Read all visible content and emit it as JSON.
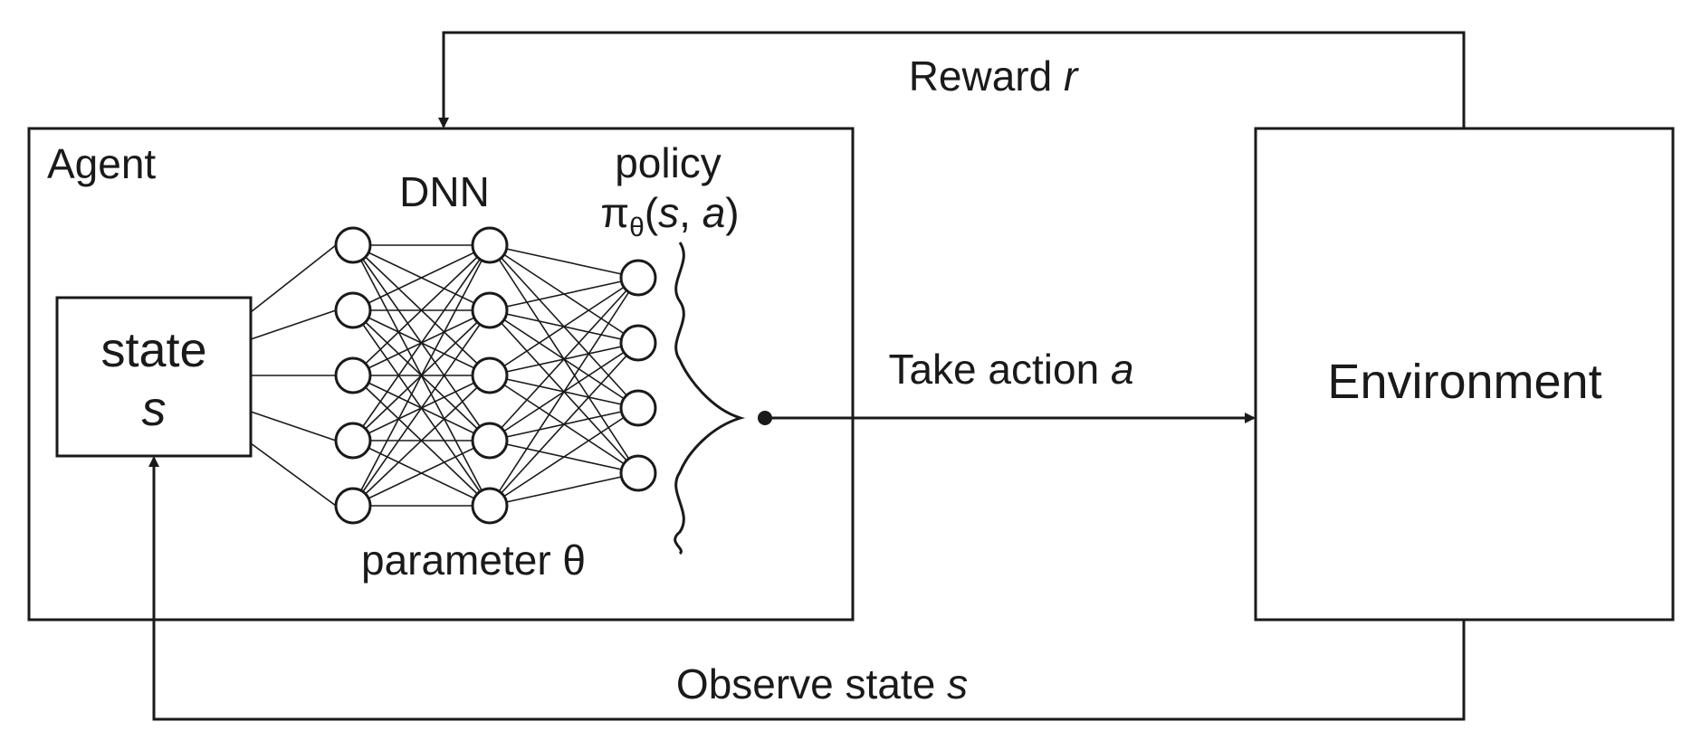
{
  "agent": {
    "label": "Agent",
    "dnn_label": "DNN",
    "policy_label": "policy",
    "policy_expr": {
      "pi": "π",
      "theta": "θ",
      "open": "(",
      "s": "s",
      "comma": ", ",
      "a": "a",
      "close": ")"
    },
    "parameter_label": "parameter θ",
    "state": {
      "line1": "state",
      "line2": "s"
    },
    "network": {
      "layers": [
        5,
        5,
        4
      ]
    }
  },
  "environment": {
    "label": "Environment"
  },
  "arrows": {
    "reward": {
      "text": "Reward ",
      "var": "r"
    },
    "action": {
      "text": "Take action ",
      "var": "a"
    },
    "observe": {
      "text": "Observe state ",
      "var": "s"
    }
  }
}
